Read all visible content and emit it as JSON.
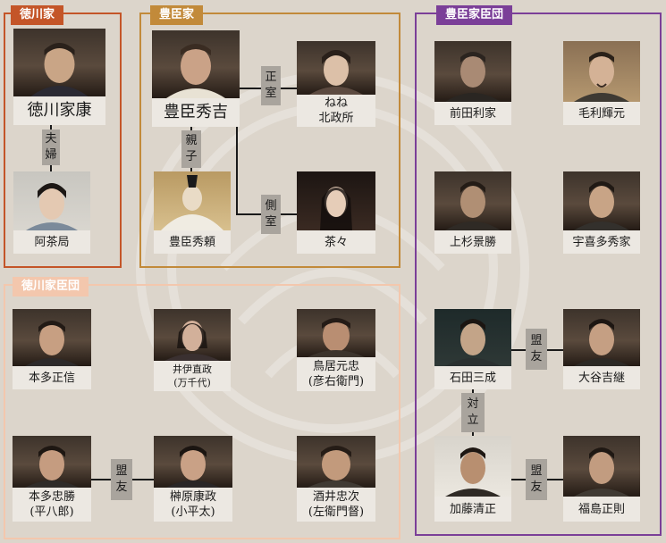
{
  "groups": {
    "tokugawa": "徳川家",
    "toyotomi": "豊臣家",
    "tokugawa_retainers": "徳川家臣団",
    "toyotomi_retainers": "豊臣家臣団"
  },
  "people": {
    "ieyasu": "徳川家康",
    "acha": "阿茶局",
    "hideyoshi": "豊臣秀吉",
    "nene": [
      "ねね",
      "北政所"
    ],
    "hideyori": "豊臣秀頼",
    "chacha": "茶々",
    "masanobu": "本多正信",
    "naomasa": [
      "井伊直政",
      "(万千代)"
    ],
    "mototada": [
      "鳥居元忠",
      "(彦右衛門)"
    ],
    "tadakatsu": [
      "本多忠勝",
      "(平八郎)"
    ],
    "yasumasa": [
      "榊原康政",
      "(小平太)"
    ],
    "tadatsugu": [
      "酒井忠次",
      "(左衛門督)"
    ],
    "toshiie": "前田利家",
    "terumoto": "毛利輝元",
    "kagekatsu": "上杉景勝",
    "hideie": "宇喜多秀家",
    "mitsunari": "石田三成",
    "yoshitsugu": "大谷吉継",
    "kiyomasa": "加藤清正",
    "masanori": "福島正則"
  },
  "relations": {
    "fuufu": [
      "夫",
      "婦"
    ],
    "seishitsu": [
      "正",
      "室"
    ],
    "oyako": [
      "親",
      "子"
    ],
    "sokushitsu": [
      "側",
      "室"
    ],
    "meiyu": [
      "盟",
      "友"
    ],
    "tairitsu": [
      "対",
      "立"
    ]
  },
  "colors": {
    "tokugawa": "#c45528",
    "toyotomi": "#c28a3a",
    "tokugawa_retainers": "#f3c7ad",
    "toyotomi_retainers": "#7b3f98",
    "background": "#dcd5cb"
  }
}
